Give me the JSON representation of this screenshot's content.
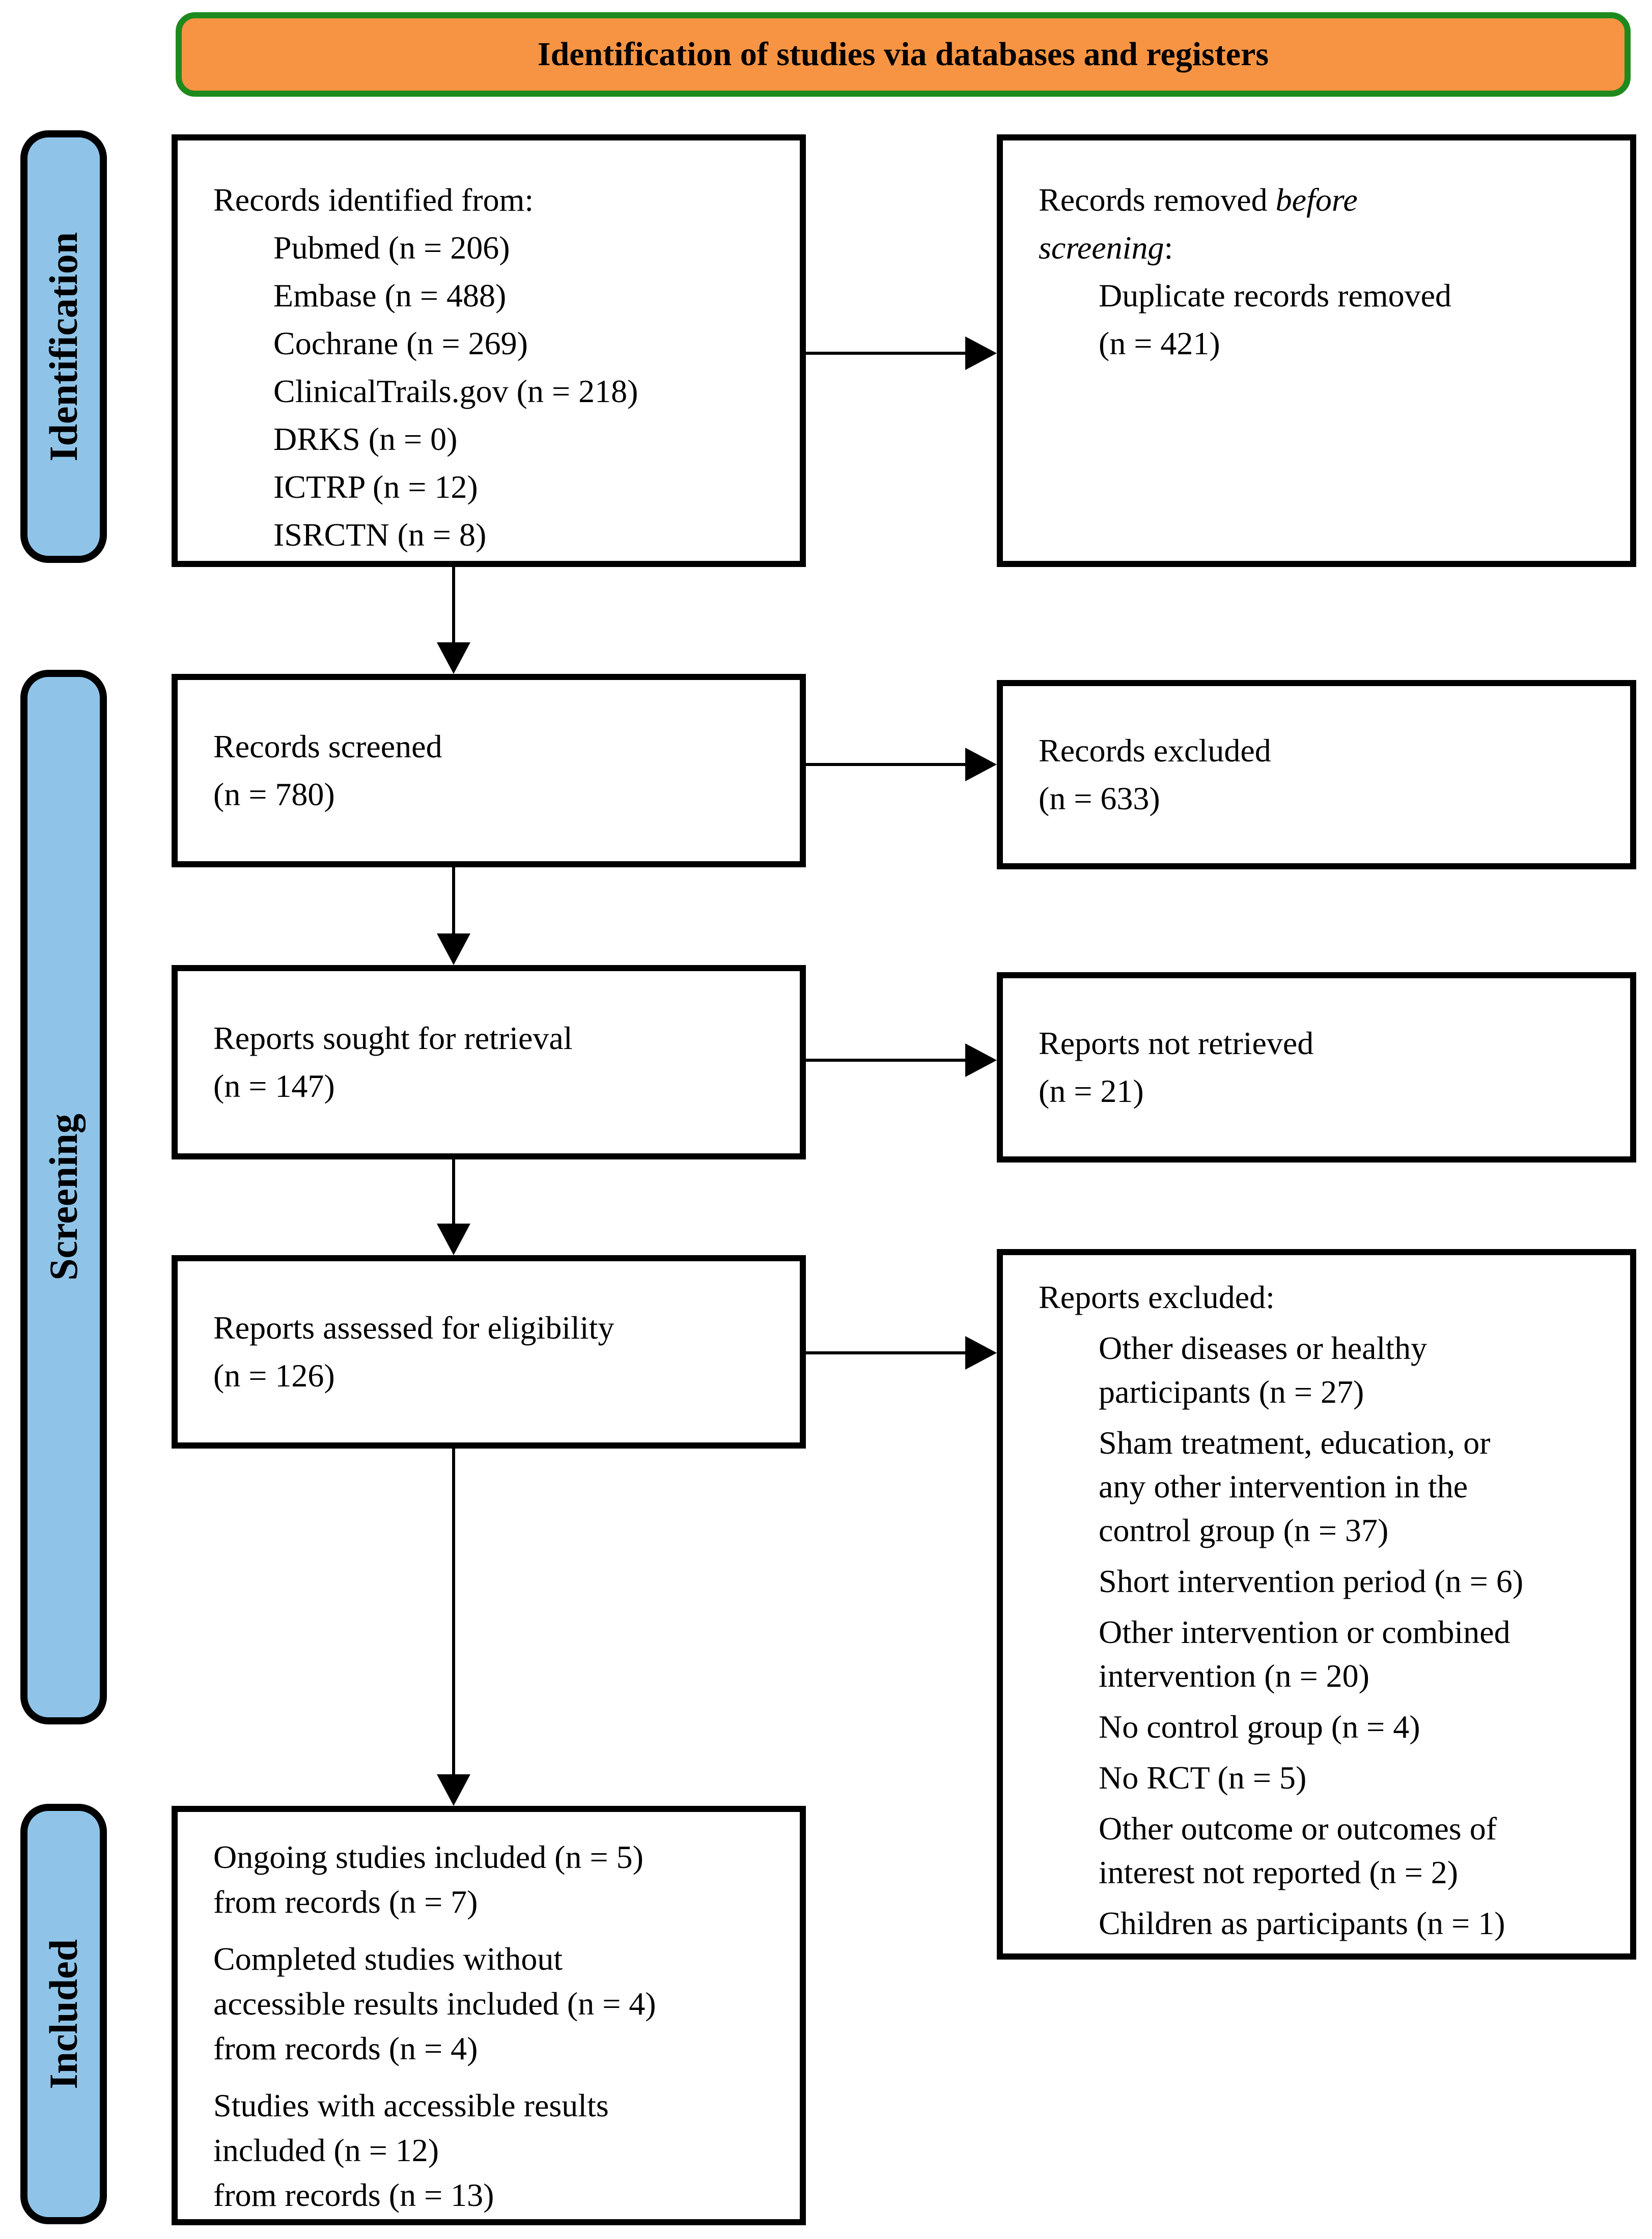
{
  "colors": {
    "header_fill": "#F79443",
    "header_border": "#1E8A1E",
    "stage_fill": "#8FC4E8",
    "stage_border": "#000000",
    "box_border": "#000000",
    "arrow": "#000000",
    "text": "#000000",
    "background": "#FFFFFF"
  },
  "header": {
    "title": "Identification of studies via databases and registers"
  },
  "stages": {
    "identification": "Identification",
    "screening": "Screening",
    "included": "Included"
  },
  "boxes": {
    "records_identified": {
      "title_lines": [
        [
          {
            "text": "Records identified from:"
          }
        ]
      ],
      "items": [
        {
          "lines": [
            "Pubmed (n = 206)"
          ]
        },
        {
          "lines": [
            "Embase (n = 488)"
          ]
        },
        {
          "lines": [
            "Cochrane (n = 269)"
          ]
        },
        {
          "lines": [
            "ClinicalTrails.gov (n = 218)"
          ]
        },
        {
          "lines": [
            "DRKS (n = 0)"
          ]
        },
        {
          "lines": [
            "ICTRP (n = 12)"
          ]
        },
        {
          "lines": [
            "ISRCTN (n = 8)"
          ]
        }
      ]
    },
    "records_removed": {
      "title_lines": [
        [
          {
            "text": "Records removed "
          },
          {
            "text": "before",
            "italic": true
          }
        ],
        [
          {
            "text": "screening",
            "italic": true
          },
          {
            "text": ":"
          }
        ]
      ],
      "items": [
        {
          "lines": [
            "Duplicate records removed",
            "(n = 421)"
          ]
        }
      ]
    },
    "records_screened": {
      "items": [
        {
          "lines": [
            "Records screened",
            "(n = 780)"
          ]
        }
      ]
    },
    "records_excluded": {
      "items": [
        {
          "lines": [
            "Records excluded",
            "(n = 633)"
          ]
        }
      ]
    },
    "reports_sought": {
      "items": [
        {
          "lines": [
            "Reports sought for retrieval",
            "(n = 147)"
          ]
        }
      ]
    },
    "reports_not_retrieved": {
      "items": [
        {
          "lines": [
            "Reports not retrieved",
            "(n = 21)"
          ]
        }
      ]
    },
    "reports_assessed": {
      "items": [
        {
          "lines": [
            "Reports assessed for eligibility",
            "(n = 126)"
          ]
        }
      ]
    },
    "reports_excluded": {
      "title_lines": [
        [
          {
            "text": "Reports excluded:"
          }
        ]
      ],
      "items": [
        {
          "lines": [
            "Other diseases or healthy",
            "participants (n = 27)"
          ]
        },
        {
          "lines": [
            "Sham treatment, education, or",
            "any other intervention in the",
            "control group (n = 37)"
          ]
        },
        {
          "lines": [
            "Short intervention period (n = 6)"
          ]
        },
        {
          "lines": [
            "Other intervention or combined",
            "intervention (n = 20)"
          ]
        },
        {
          "lines": [
            "No control group (n = 4)"
          ]
        },
        {
          "lines": [
            "No RCT (n = 5)"
          ]
        },
        {
          "lines": [
            "Other outcome or outcomes of",
            "interest not reported (n = 2)"
          ]
        },
        {
          "lines": [
            "Children as participants (n = 1)"
          ]
        }
      ]
    },
    "included_studies": {
      "items": [
        {
          "lines": [
            "Ongoing studies included (n = 5)",
            "from records (n = 7)"
          ]
        },
        {
          "lines": [
            "Completed studies without",
            "accessible results included (n = 4)",
            "from records (n = 4)"
          ]
        },
        {
          "lines": [
            "Studies with accessible results",
            "included (n = 12)",
            "from records (n = 13)"
          ]
        }
      ]
    }
  }
}
